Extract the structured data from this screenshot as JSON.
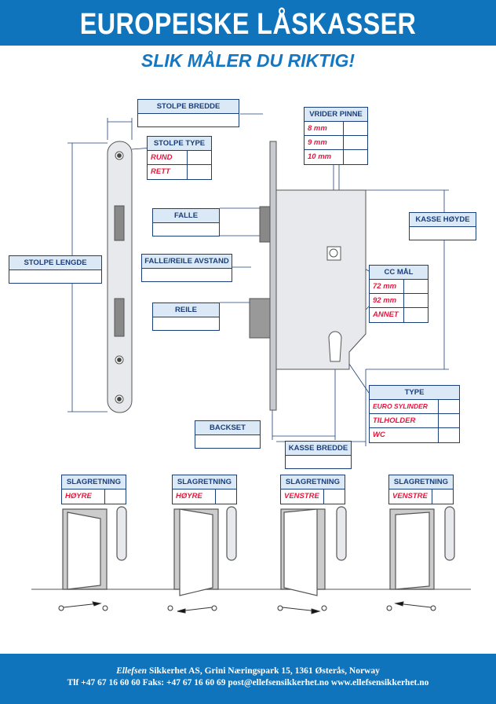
{
  "header": {
    "title": "EUROPEISKE LÅSKASSER",
    "subtitle": "SLIK MÅLER DU RIKTIG!"
  },
  "tables": {
    "stolpe_bredde": "STOLPE BREDDE",
    "stolpe_type": {
      "title": "STOLPE TYPE",
      "options": [
        "RUND",
        "RETT"
      ]
    },
    "vrider_pinne": {
      "title": "VRIDER PINNE",
      "options": [
        "8 mm",
        "9 mm",
        "10 mm"
      ]
    },
    "falle": "FALLE",
    "falle_reile_avstand": "FALLE/REILE AVSTAND",
    "stolpe_lengde": "STOLPE LENGDE",
    "reile": "REILE",
    "kasse_hoyde": "KASSE HØYDE",
    "cc_maal": {
      "title": "CC MÅL",
      "options": [
        "72 mm",
        "92 mm",
        "ANNET"
      ]
    },
    "type": {
      "title": "TYPE",
      "options": [
        "EURO SYLINDER",
        "TILHOLDER",
        "WC"
      ]
    },
    "backset": "BACKSET",
    "kasse_bredde": "KASSE BREDDE"
  },
  "slagretning": [
    {
      "title": "SLAGRETNING",
      "value": "HØYRE"
    },
    {
      "title": "SLAGRETNING",
      "value": "HØYRE"
    },
    {
      "title": "SLAGRETNING",
      "value": "VENSTRE"
    },
    {
      "title": "SLAGRETNING",
      "value": "VENSTRE"
    }
  ],
  "footer": {
    "brand": "Ellefsen",
    "line1": " Sikkerhet AS, Grini Næringspark 15, 1361 Østerås, Norway",
    "line2": "Tlf +47 67 16 60 60 Faks: +47 67 16 60 69  post@ellefsensikkerhet.no www.ellefsensikkerhet.no"
  }
}
